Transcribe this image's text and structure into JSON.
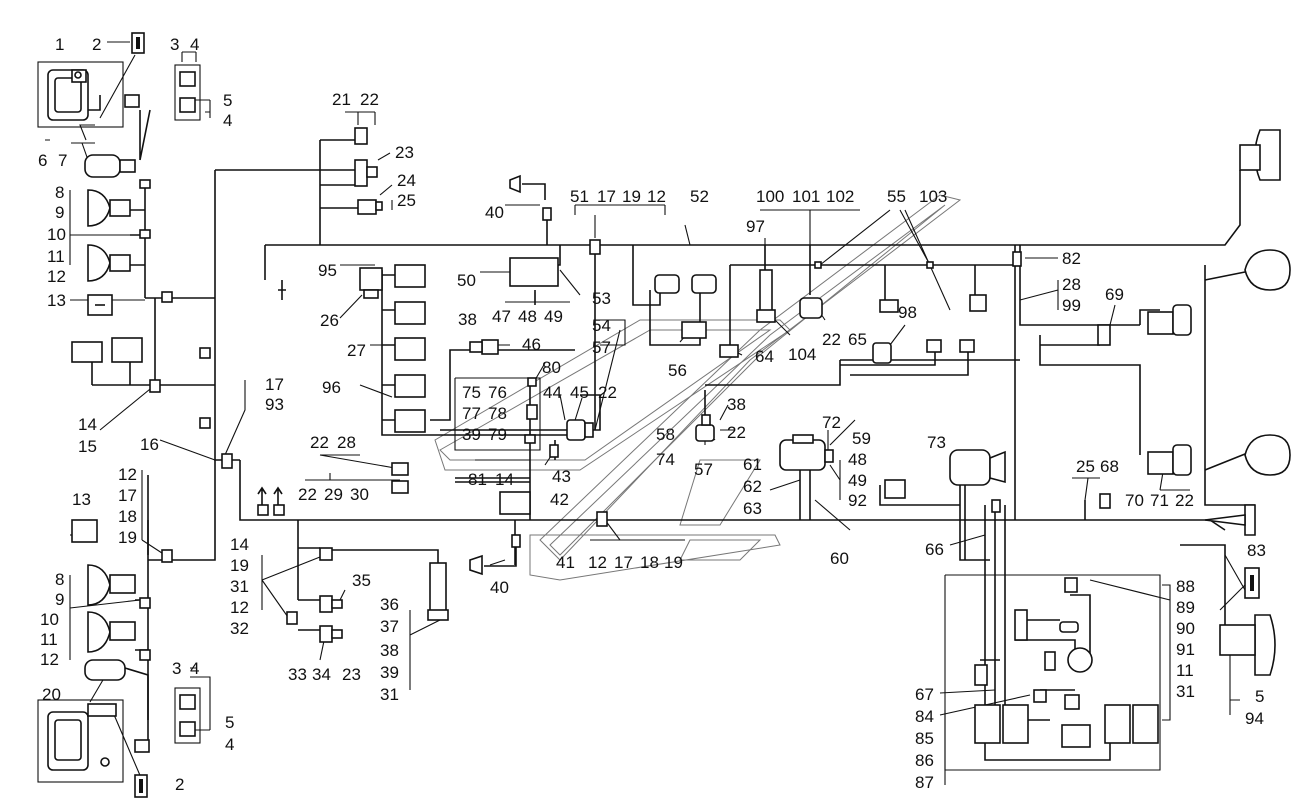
{
  "labels": {
    "l1": "1",
    "l2": "2",
    "l3": "3",
    "l4": "4",
    "l5": "5",
    "l4b": "4",
    "l6": "6",
    "l7": "7",
    "l8": "8",
    "l9": "9",
    "l10": "10",
    "l11": "11",
    "l12": "12",
    "l13": "13",
    "l14": "14",
    "l15": "15",
    "l16": "16",
    "l17a": "17",
    "l93": "93",
    "l12b": "12",
    "l17b": "17",
    "l18b": "18",
    "l19b": "19",
    "l13b": "13",
    "l8b": "8",
    "l9b": "9",
    "l10b": "10",
    "l11b": "11",
    "l12c": "12",
    "l20": "20",
    "l3b": "3",
    "l4c": "4",
    "l5b": "5",
    "l4d": "4",
    "l2b": "2",
    "l21": "21",
    "l22a": "22",
    "l23a": "23",
    "l24": "24",
    "l25a": "25",
    "l95": "95",
    "l26": "26",
    "l27": "27",
    "l96": "96",
    "l22b": "22",
    "l28a": "28",
    "l22c": "22",
    "l29": "29",
    "l30": "30",
    "l14b": "14",
    "l19c": "19",
    "l31a": "31",
    "l12d": "12",
    "l32": "32",
    "l35": "35",
    "l33": "33",
    "l34": "34",
    "l23b": "23",
    "l36": "36",
    "l37": "37",
    "l38a": "38",
    "l39a": "39",
    "l31b": "31",
    "l40a": "40",
    "l51": "51",
    "l17c": "17",
    "l19d": "19",
    "l12e": "12",
    "l52": "52",
    "l50": "50",
    "l53": "53",
    "l47": "47",
    "l48a": "48",
    "l49a": "49",
    "l38b": "38",
    "l46": "46",
    "l54": "54",
    "l57a": "57",
    "l80": "80",
    "l75": "75",
    "l76": "76",
    "l77": "77",
    "l78": "78",
    "l39b": "39",
    "l79": "79",
    "l44": "44",
    "l45": "45",
    "l22d": "22",
    "l81": "81",
    "l14c": "14",
    "l43": "43",
    "l42": "42",
    "l40b": "40",
    "l41": "41",
    "l12f": "12",
    "l17d": "17",
    "l18c": "18",
    "l19e": "19",
    "l56": "56",
    "l64": "64",
    "l100": "100",
    "l101": "101",
    "l102": "102",
    "l97": "97",
    "l55": "55",
    "l103": "103",
    "l82": "82",
    "l28b": "28",
    "l99": "99",
    "l104": "104",
    "l22e": "22",
    "l65": "65",
    "l98": "98",
    "l69": "69",
    "l38c": "38",
    "l22f": "22",
    "l58": "58",
    "l74": "74",
    "l57b": "57",
    "l72": "72",
    "l59": "59",
    "l61": "61",
    "l62": "62",
    "l63": "63",
    "l48b": "48",
    "l49b": "49",
    "l92": "92",
    "l60": "60",
    "l73": "73",
    "l66": "66",
    "l25b": "25",
    "l68": "68",
    "l70": "70",
    "l71": "71",
    "l22g": "22",
    "l83": "83",
    "l88": "88",
    "l89": "89",
    "l90": "90",
    "l91": "91",
    "l11c": "11",
    "l31c": "31",
    "l5c": "5",
    "l94": "94",
    "l67": "67",
    "l84": "84",
    "l85": "85",
    "l86": "86",
    "l87": "87"
  }
}
